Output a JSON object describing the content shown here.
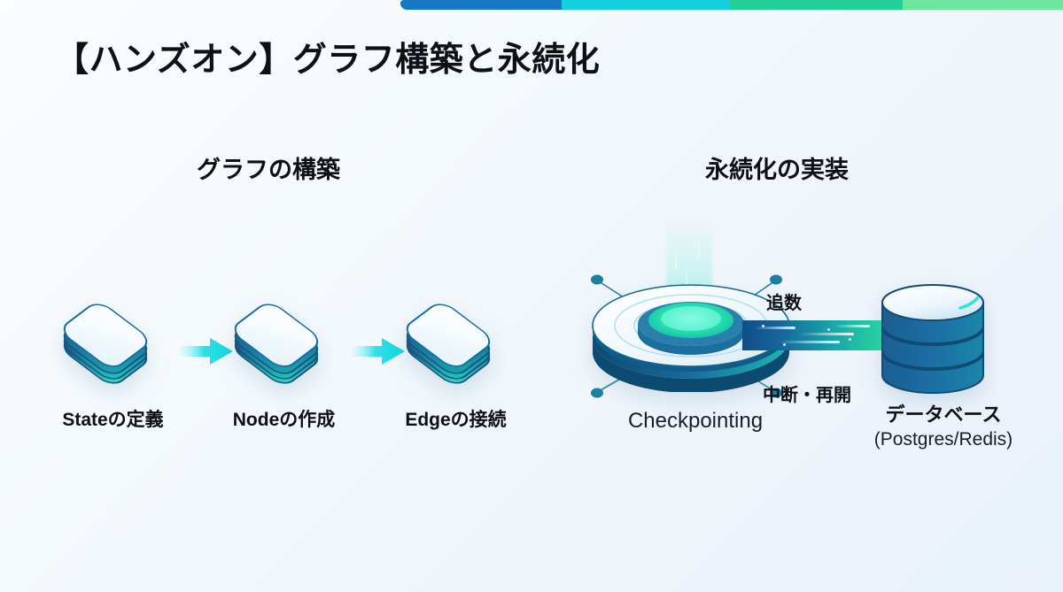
{
  "topbar": {
    "segments": [
      {
        "name": "segment-blue",
        "color": "#1878c4"
      },
      {
        "name": "segment-cyan",
        "color": "#14cfe0"
      },
      {
        "name": "segment-teal",
        "color": "#22cf96"
      },
      {
        "name": "segment-green",
        "color": "#6de79b"
      }
    ]
  },
  "title": "【ハンズオン】グラフ構築と永続化",
  "columns": {
    "left": {
      "heading": "グラフの構築"
    },
    "right": {
      "heading": "永続化の実装"
    }
  },
  "pipeline": {
    "nodes": [
      {
        "label": "Stateの定義",
        "icon": "isometric-card-icon"
      },
      {
        "label": "Nodeの作成",
        "icon": "isometric-card-icon"
      },
      {
        "label": "Edgeの接続",
        "icon": "isometric-card-icon"
      }
    ],
    "arrows": [
      {
        "name": "arrow-state-to-node",
        "icon": "arrow-right-icon"
      },
      {
        "name": "arrow-node-to-edge",
        "icon": "arrow-right-icon"
      }
    ]
  },
  "persistence": {
    "checkpoint": {
      "caption": "Checkpointing",
      "icon": "checkpoint-disc-icon"
    },
    "flow_labels": {
      "track": "追数",
      "resume": "中断・再開"
    },
    "database": {
      "caption_main": "データベース",
      "caption_sub": "(Postgres/Redis)",
      "icon": "database-cylinder-icon"
    },
    "stream": {
      "name": "data-stream-band"
    }
  },
  "colors": {
    "accent_blue": "#1878c4",
    "accent_cyan": "#14cfe0",
    "accent_teal": "#22cf96",
    "accent_green": "#6de79b",
    "node_deep_blue": "#10537c",
    "glow_teal": "#2fe3cf",
    "background": "#f2f8fc"
  }
}
